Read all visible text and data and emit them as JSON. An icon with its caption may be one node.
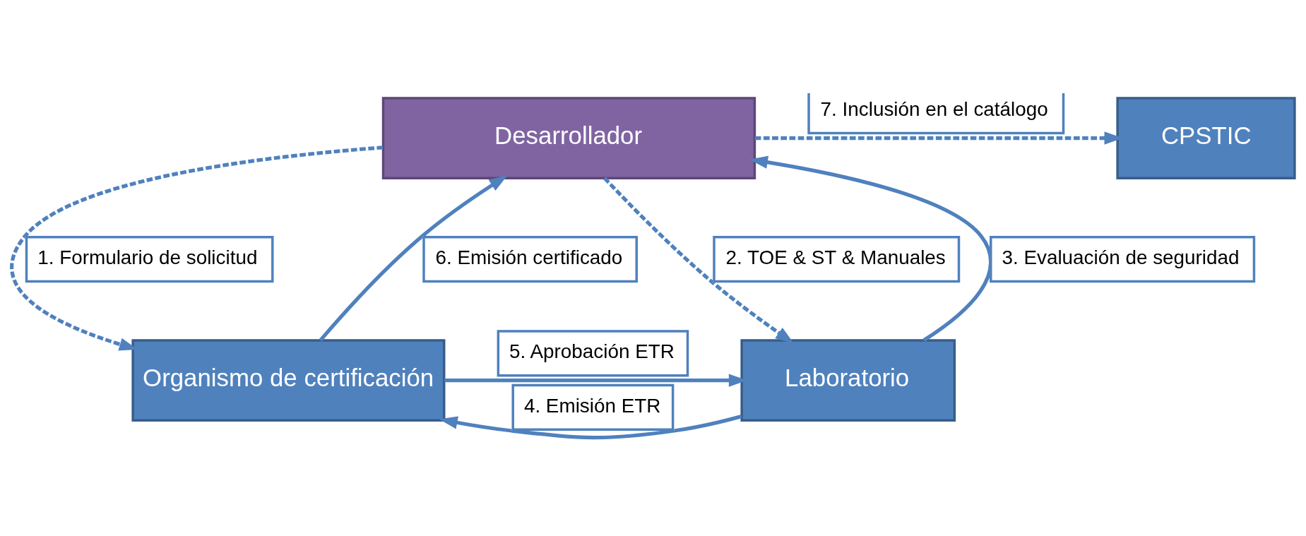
{
  "diagram": {
    "nodes": [
      {
        "text": [
          "CPSTIC"
        ]
      },
      {
        "text": [
          "Desarrollador"
        ]
      },
      {
        "text": [
          "Organismo de certificación"
        ]
      },
      {
        "text": [
          "Laboratorio"
        ]
      }
    ],
    "edges": [
      {
        "from": 1,
        "to": 2,
        "arrow": "to",
        "style": "dashed",
        "label": "1. Formulario de solicitud"
      },
      {
        "from": 1,
        "to": 3,
        "arrow": "to",
        "style": "dashed",
        "label": "2. TOE & ST & Manuales"
      },
      {
        "from": 3,
        "to": 1,
        "arrow": "to",
        "label": "3. Evaluación de seguridad"
      },
      {
        "from": 3,
        "to": 2,
        "arrow": "to",
        "label": "4. Emisión ETR"
      },
      {
        "from": 2,
        "to": 3,
        "arrow": "to",
        "label": "5. Aprobación ETR"
      },
      {
        "from": 2,
        "to": 1,
        "arrow": "to",
        "label": "6. Emisión certificado"
      },
      {
        "from": 1,
        "to": 0,
        "arrow": "to",
        "style": "dashed",
        "label": "7. Inclusión en el catálogo"
      }
    ]
  }
}
